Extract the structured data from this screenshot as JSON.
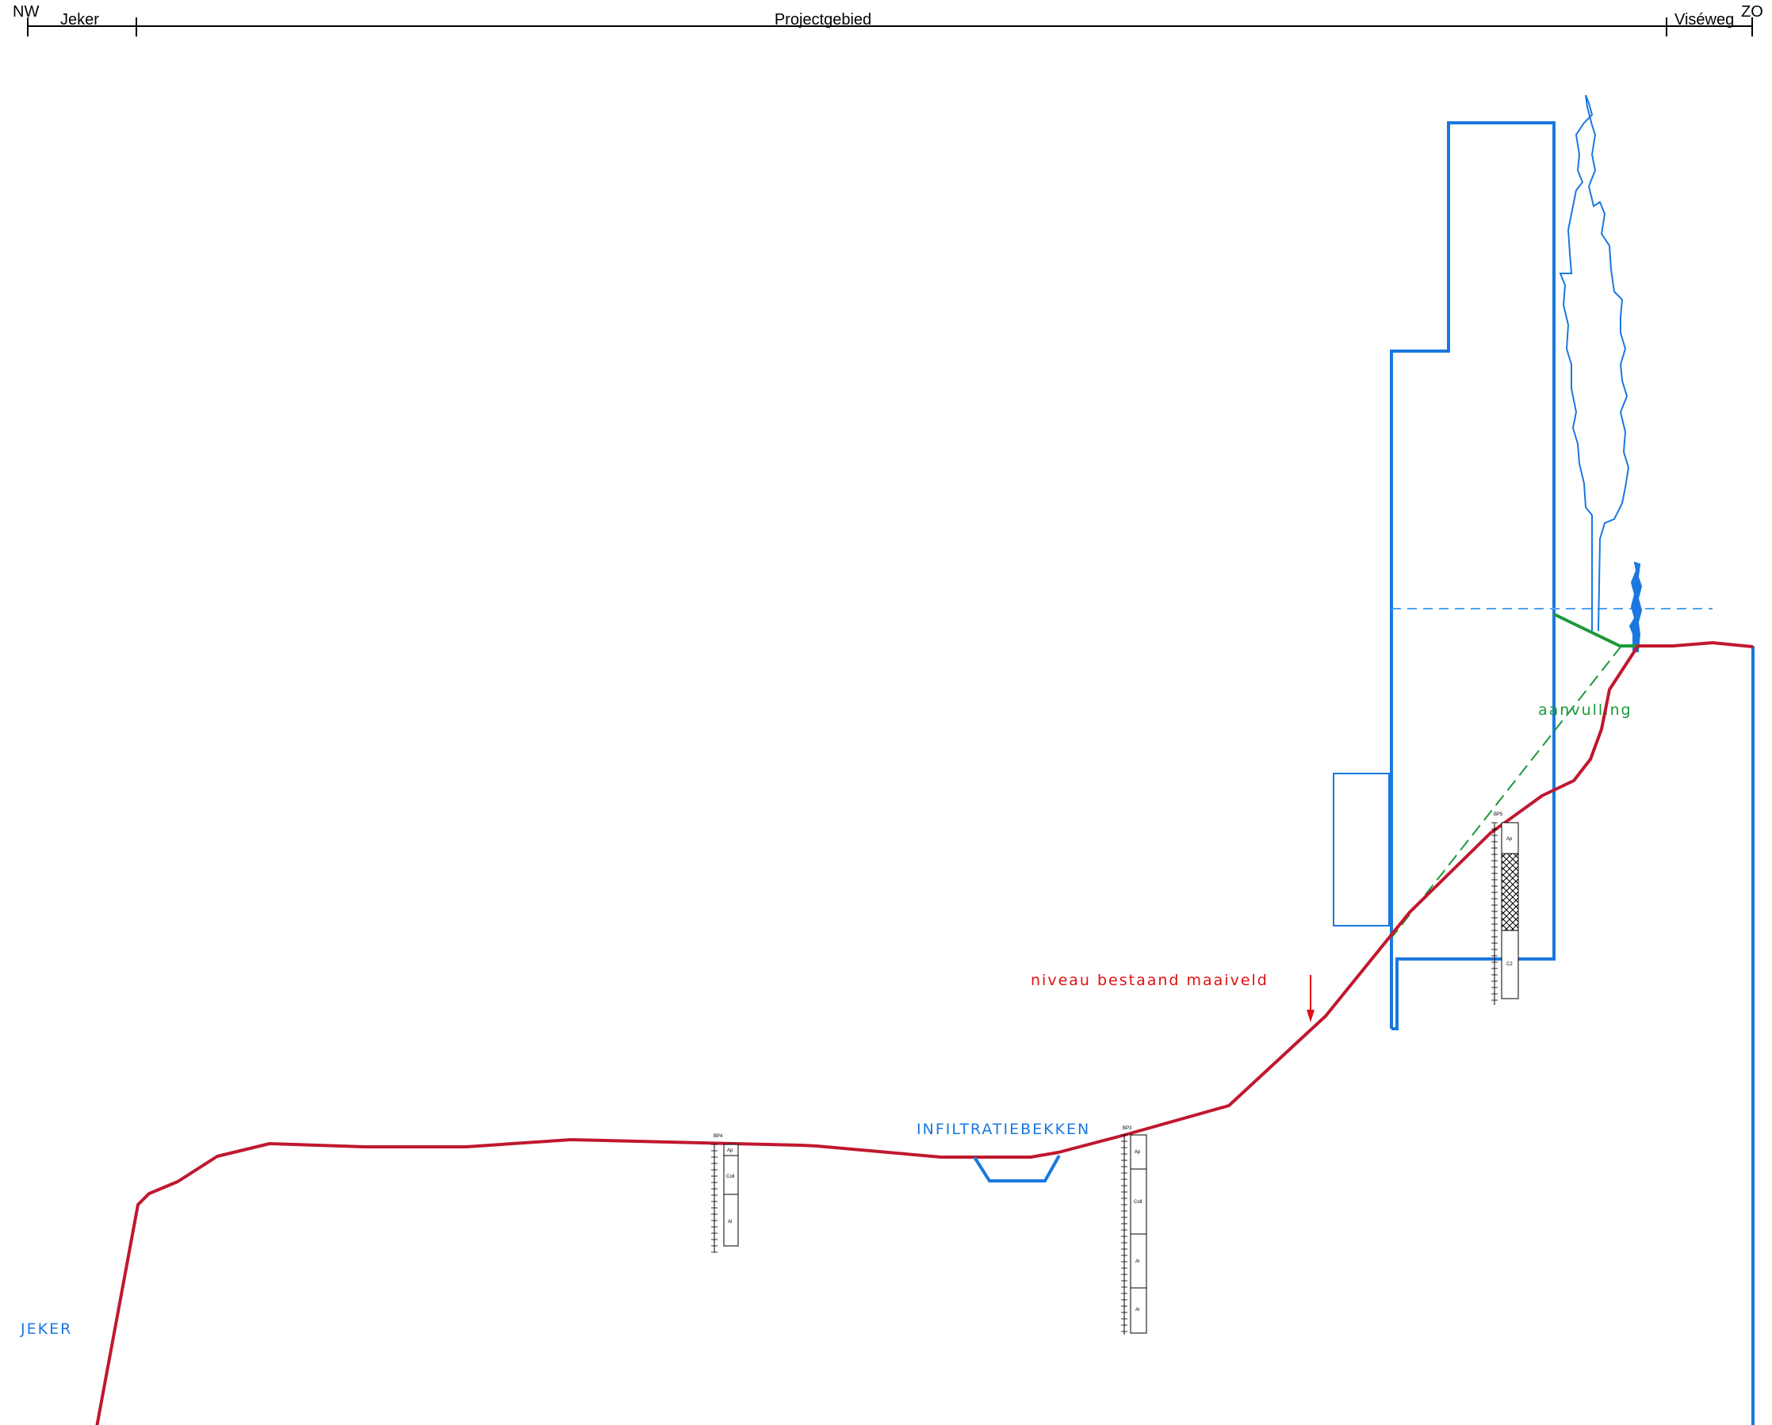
{
  "header": {
    "left_direction": "NW",
    "right_direction": "ZO",
    "segments": [
      "Jeker",
      "Projectgebied",
      "Viséweg"
    ]
  },
  "labels": {
    "river": "JEKER",
    "basin": "INFILTRATIEBEKKEN",
    "ground_level": "niveau bestaand maaiveld",
    "fill": "aanvulling"
  },
  "boreholes": [
    {
      "id": "BP4",
      "layers": [
        "Ap",
        "Coll",
        "Al"
      ]
    },
    {
      "id": "BP3",
      "layers": [
        "Ap",
        "Coll",
        "Al",
        "Al"
      ]
    },
    {
      "id": "BP5",
      "layers": [
        "Ap",
        "",
        "C2"
      ]
    }
  ],
  "colors": {
    "terrain": "#c0182f",
    "structure": "#1a78e0",
    "fill": "#1a9a3a",
    "annotation": "#e01010",
    "black": "#000000"
  }
}
